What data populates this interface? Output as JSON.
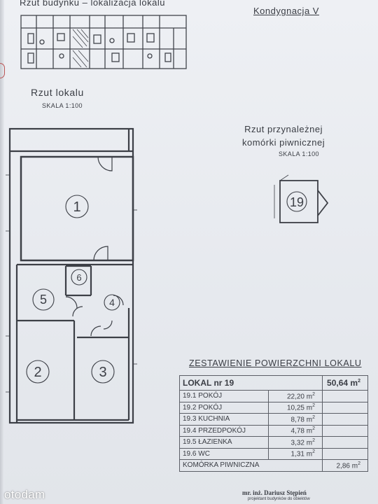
{
  "header": {
    "location_title": "Rzut budynku – lokalizacja lokalu",
    "floor": "Kondygnacja V"
  },
  "plan": {
    "title": "Rzut lokalu",
    "scale": "SKALA 1:100",
    "rooms": [
      "1",
      "2",
      "3",
      "4",
      "5",
      "6"
    ]
  },
  "cellar": {
    "title_line1": "Rzut przynależnej",
    "title_line2": "komórki piwnicznej",
    "scale": "SKALA 1:100",
    "number": "19"
  },
  "summary": {
    "title": "ZESTAWIENIE POWIERZCHNI LOKALU",
    "unit_label": "LOKAL nr 19",
    "total": "50,64 m",
    "rows": [
      {
        "code": "19.1",
        "name": "POKÓJ",
        "area": "22,20 m"
      },
      {
        "code": "19.2",
        "name": "POKÓJ",
        "area": "10,25 m"
      },
      {
        "code": "19.3",
        "name": "KUCHNIA",
        "area": "8,78 m"
      },
      {
        "code": "19.4",
        "name": "PRZEDPOKÓJ",
        "area": "4,78 m"
      },
      {
        "code": "19.5",
        "name": "ŁAZIENKA",
        "area": "3,32 m"
      },
      {
        "code": "19.6",
        "name": "WC",
        "area": "1,31 m"
      }
    ],
    "cellar_label": "KOMÓRKA PIWNICZNA",
    "cellar_area": "2,86 m",
    "sup": "2"
  },
  "signature": {
    "name": "mr. inż. Dariusz Stępień",
    "subtitle": "projektant budynków do obiektów"
  },
  "watermark": "otodam"
}
